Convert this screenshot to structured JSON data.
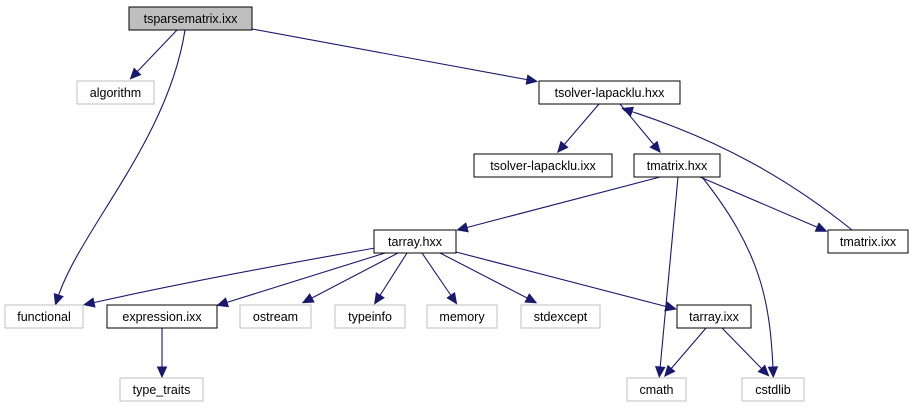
{
  "colors": {
    "edge": "#191970",
    "root_fill": "#bfbfbf",
    "documented_border": "#000000",
    "external_border": "#bfbfbf",
    "label": "#000000"
  },
  "nodes": {
    "tsparsematrix_ixx": {
      "label": "tsparsematrix.ixx",
      "kind": "root"
    },
    "algorithm": {
      "label": "algorithm",
      "kind": "external"
    },
    "tsolver_lapacklu_hxx": {
      "label": "tsolver-lapacklu.hxx",
      "kind": "documented"
    },
    "tsolver_lapacklu_ixx": {
      "label": "tsolver-lapacklu.ixx",
      "kind": "documented"
    },
    "tmatrix_hxx": {
      "label": "tmatrix.hxx",
      "kind": "documented"
    },
    "tarray_hxx": {
      "label": "tarray.hxx",
      "kind": "documented"
    },
    "tmatrix_ixx": {
      "label": "tmatrix.ixx",
      "kind": "documented"
    },
    "functional": {
      "label": "functional",
      "kind": "external"
    },
    "expression_ixx": {
      "label": "expression.ixx",
      "kind": "documented"
    },
    "ostream": {
      "label": "ostream",
      "kind": "external"
    },
    "typeinfo": {
      "label": "typeinfo",
      "kind": "external"
    },
    "memory": {
      "label": "memory",
      "kind": "external"
    },
    "stdexcept": {
      "label": "stdexcept",
      "kind": "external"
    },
    "tarray_ixx": {
      "label": "tarray.ixx",
      "kind": "documented"
    },
    "type_traits": {
      "label": "type_traits",
      "kind": "external"
    },
    "cmath": {
      "label": "cmath",
      "kind": "external"
    },
    "cstdlib": {
      "label": "cstdlib",
      "kind": "external"
    }
  },
  "edges": [
    {
      "from": "tsparsematrix_ixx",
      "to": "algorithm"
    },
    {
      "from": "tsparsematrix_ixx",
      "to": "functional"
    },
    {
      "from": "tsparsematrix_ixx",
      "to": "tsolver_lapacklu_hxx"
    },
    {
      "from": "tsolver_lapacklu_hxx",
      "to": "tsolver_lapacklu_ixx"
    },
    {
      "from": "tsolver_lapacklu_hxx",
      "to": "tmatrix_hxx"
    },
    {
      "from": "tmatrix_hxx",
      "to": "tarray_hxx"
    },
    {
      "from": "tmatrix_hxx",
      "to": "tmatrix_ixx"
    },
    {
      "from": "tmatrix_hxx",
      "to": "cmath"
    },
    {
      "from": "tmatrix_hxx",
      "to": "cstdlib"
    },
    {
      "from": "tmatrix_ixx",
      "to": "tsolver_lapacklu_hxx"
    },
    {
      "from": "tarray_hxx",
      "to": "functional"
    },
    {
      "from": "tarray_hxx",
      "to": "expression_ixx"
    },
    {
      "from": "tarray_hxx",
      "to": "ostream"
    },
    {
      "from": "tarray_hxx",
      "to": "typeinfo"
    },
    {
      "from": "tarray_hxx",
      "to": "memory"
    },
    {
      "from": "tarray_hxx",
      "to": "stdexcept"
    },
    {
      "from": "tarray_hxx",
      "to": "tarray_ixx"
    },
    {
      "from": "expression_ixx",
      "to": "type_traits"
    },
    {
      "from": "tarray_ixx",
      "to": "cmath"
    },
    {
      "from": "tarray_ixx",
      "to": "cstdlib"
    }
  ]
}
